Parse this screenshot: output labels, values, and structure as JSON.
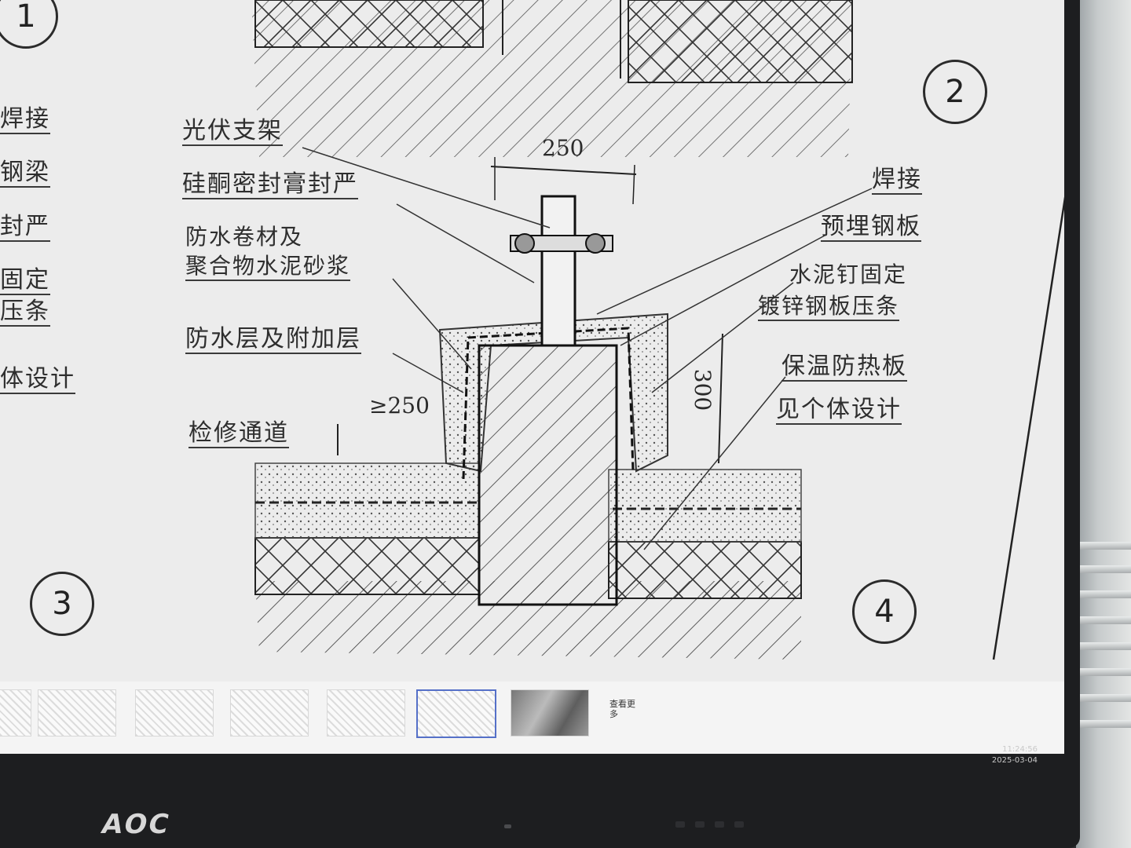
{
  "drawing": {
    "leader_labels": {
      "pv_bracket": "光伏支架",
      "silicone_seal": "硅酮密封膏封严",
      "membrane_1": "防水卷材及",
      "membrane_2": "聚合物水泥砂浆",
      "waterproof_layer": "防水层及附加层",
      "walkway": "检修通道",
      "welding": "焊接",
      "embedded_plate": "预埋钢板",
      "cement_nail": "水泥钉固定",
      "galv_strip": "镀锌钢板压条",
      "insulation": "保温防热板",
      "see_design": "见个体设计"
    },
    "left_partial_labels": [
      "焊接",
      "钢梁",
      "封严",
      "固定",
      "压条",
      "体设计"
    ],
    "dimensions": {
      "top_width": "250",
      "upturn": "≥250",
      "height": "300"
    },
    "detail_numbers": [
      "1",
      "2",
      "3",
      "4"
    ]
  },
  "thumbnails": {
    "count": 7,
    "active_index": 5,
    "more_label": "查看更多"
  },
  "taskbar": {
    "time": "11:24:56",
    "date": "2025-03-04"
  },
  "monitor": {
    "brand": "AOC"
  }
}
